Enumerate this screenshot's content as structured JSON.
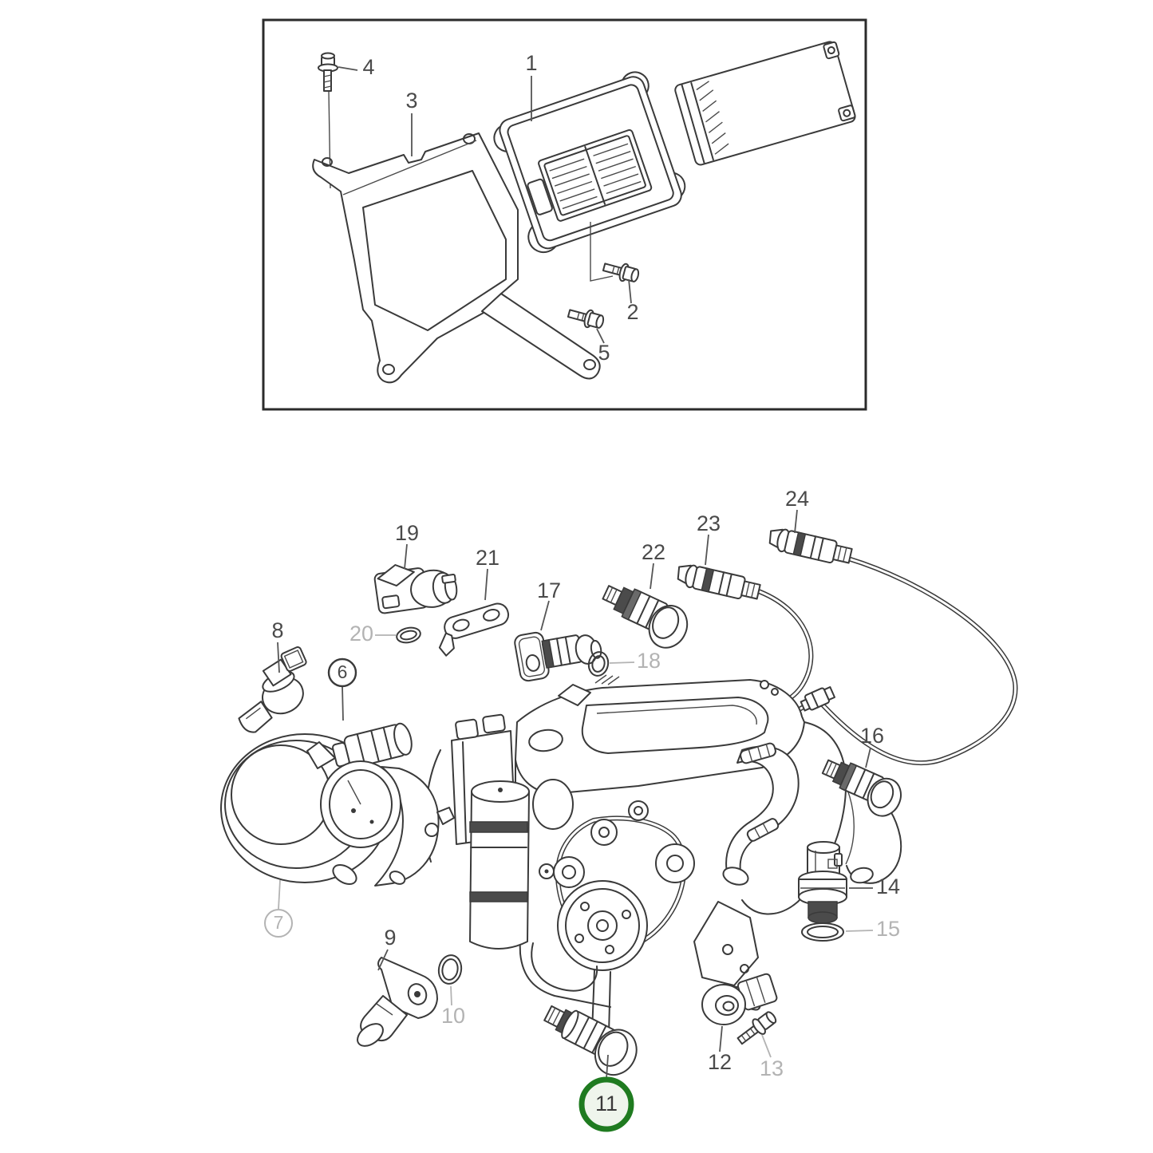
{
  "theme": {
    "background": "#ffffff",
    "line": "#3a3a3a",
    "muted": "#b3b3b3",
    "label": "#4a4a4a",
    "frame": "#2b2b2b",
    "highlight_ring": "#1f7b20",
    "highlight_fill": "#eff5ec",
    "highlight_label": "#3a3a3a"
  },
  "callouts": [
    {
      "num": "1",
      "style": "plain"
    },
    {
      "num": "2",
      "style": "plain"
    },
    {
      "num": "3",
      "style": "plain"
    },
    {
      "num": "4",
      "style": "plain"
    },
    {
      "num": "5",
      "style": "plain"
    },
    {
      "num": "6",
      "style": "circled"
    },
    {
      "num": "7",
      "style": "circled-muted"
    },
    {
      "num": "8",
      "style": "plain"
    },
    {
      "num": "9",
      "style": "plain"
    },
    {
      "num": "10",
      "style": "muted"
    },
    {
      "num": "11",
      "style": "highlighted"
    },
    {
      "num": "12",
      "style": "plain"
    },
    {
      "num": "13",
      "style": "muted"
    },
    {
      "num": "14",
      "style": "plain"
    },
    {
      "num": "15",
      "style": "muted"
    },
    {
      "num": "16",
      "style": "plain"
    },
    {
      "num": "17",
      "style": "plain"
    },
    {
      "num": "18",
      "style": "muted"
    },
    {
      "num": "19",
      "style": "plain"
    },
    {
      "num": "20",
      "style": "muted"
    },
    {
      "num": "21",
      "style": "plain"
    },
    {
      "num": "22",
      "style": "plain"
    },
    {
      "num": "23",
      "style": "plain"
    },
    {
      "num": "24",
      "style": "plain"
    }
  ]
}
